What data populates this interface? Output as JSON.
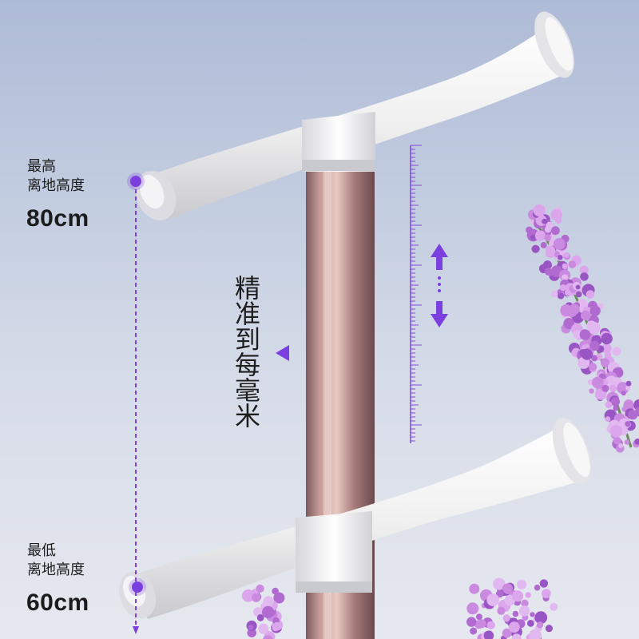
{
  "top_label": {
    "line1": "最高",
    "line2": "离地高度",
    "value": "80cm"
  },
  "bottom_label": {
    "line1": "最低",
    "line2": "离地高度",
    "value": "60cm"
  },
  "callout": "精准到每毫米",
  "colors": {
    "accent": "#7b3fe0",
    "pole": "#b88c8a",
    "handle": "#f2f2f2",
    "flower": "#c070d8",
    "sky_top": "#aebbd6",
    "sky_bottom": "#e6e8ef"
  },
  "icons": [
    "up-arrow-icon",
    "down-arrow-icon",
    "left-pointer-icon"
  ]
}
